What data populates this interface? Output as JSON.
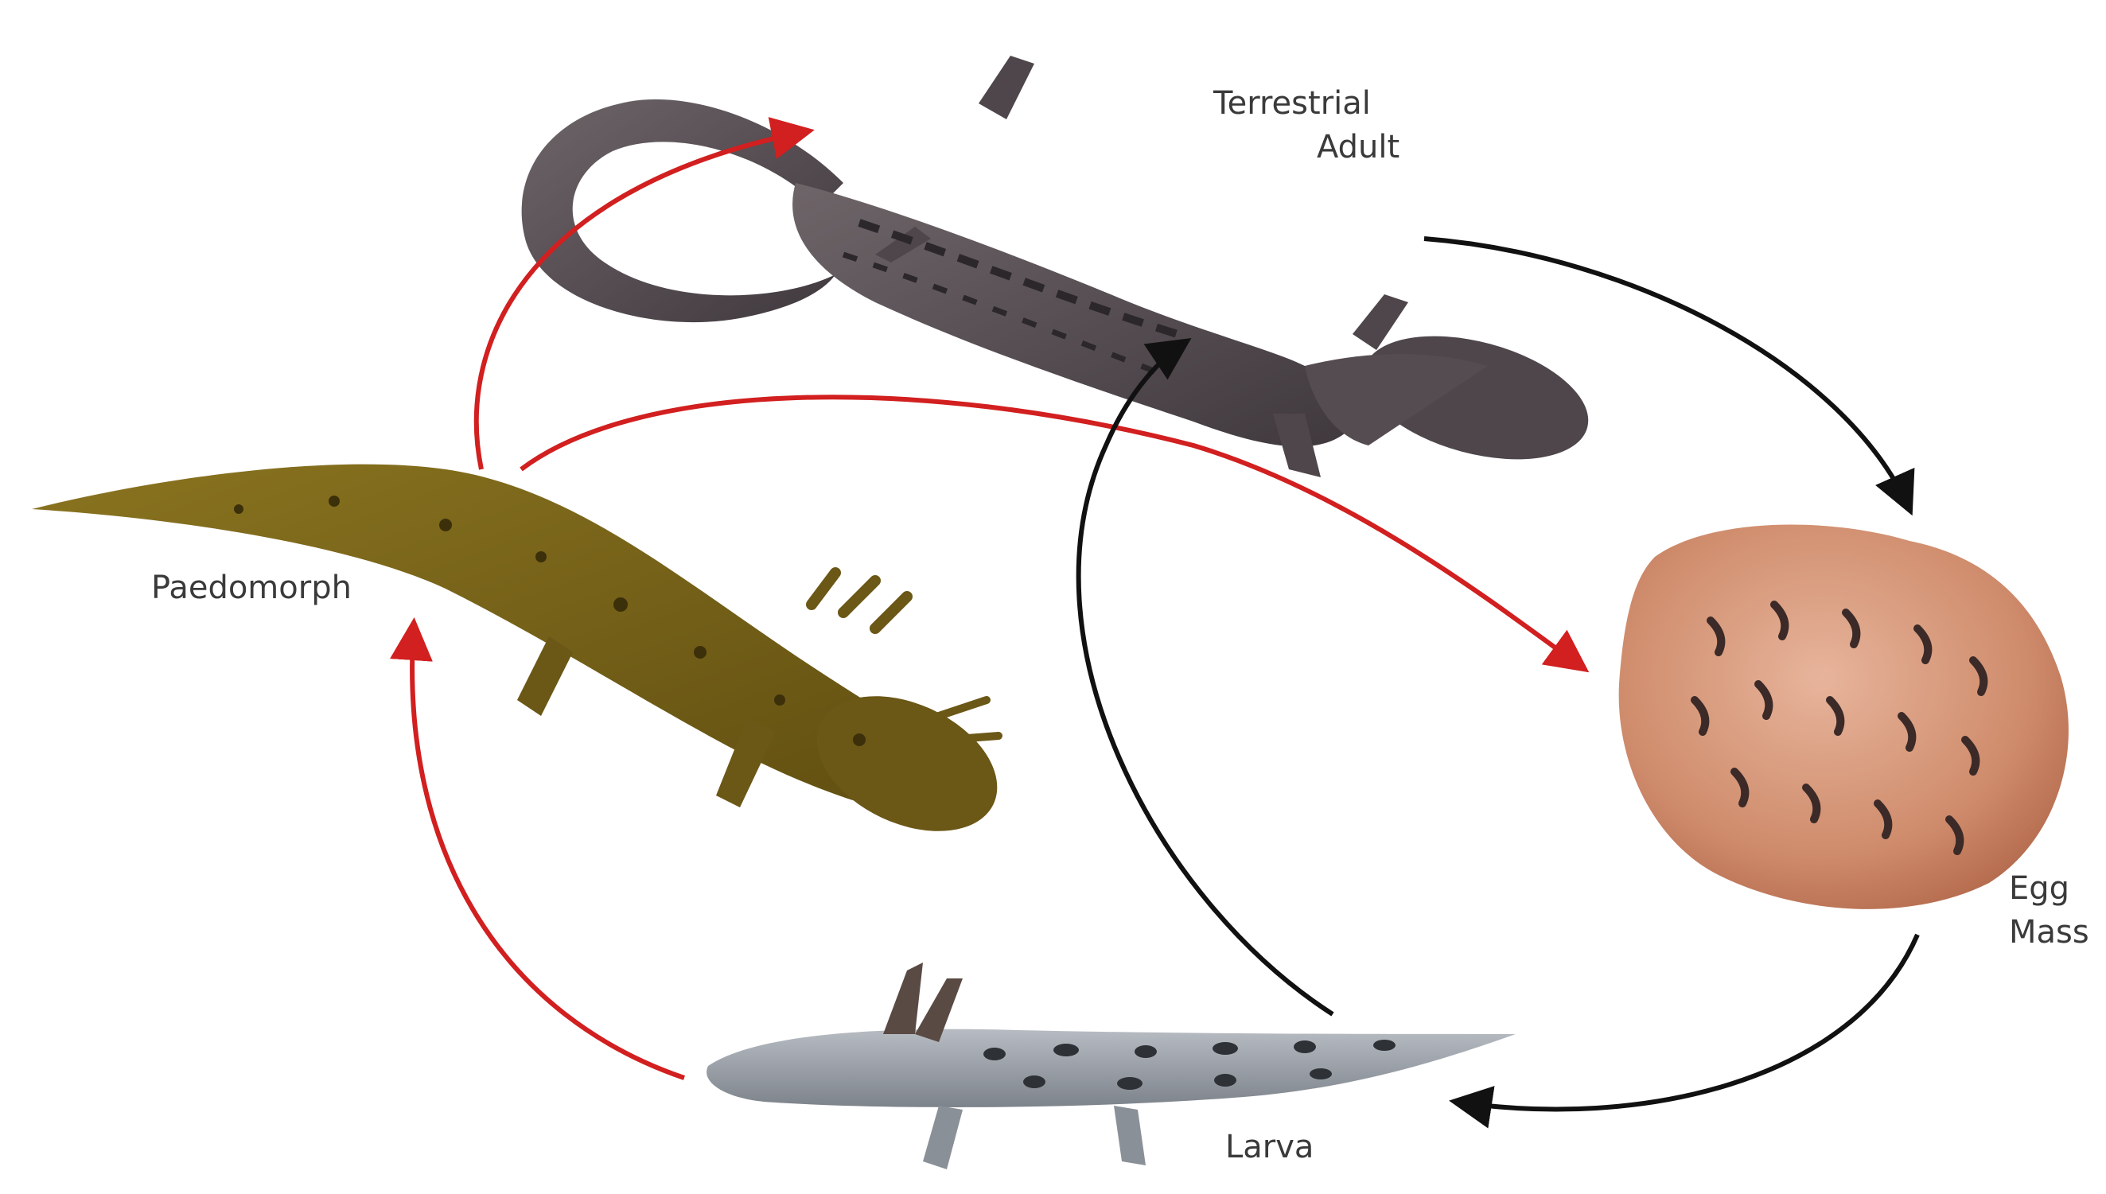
{
  "stages": {
    "terrestrial_adult": {
      "line1": "Terrestrial",
      "line2": "Adult"
    },
    "egg_mass": {
      "line1": "Egg",
      "line2": "Mass"
    },
    "larva": {
      "label": "Larva"
    },
    "paedomorph": {
      "label": "Paedomorph"
    }
  },
  "colors": {
    "facultative_pathway": "#d21f1f",
    "metamorphic_pathway": "#111111",
    "adult_skin": "#5b5258",
    "paedomorph_skin": "#7a6418",
    "larva_skin": "#9aa0a8",
    "egg_mass": "#cf8c6c"
  }
}
